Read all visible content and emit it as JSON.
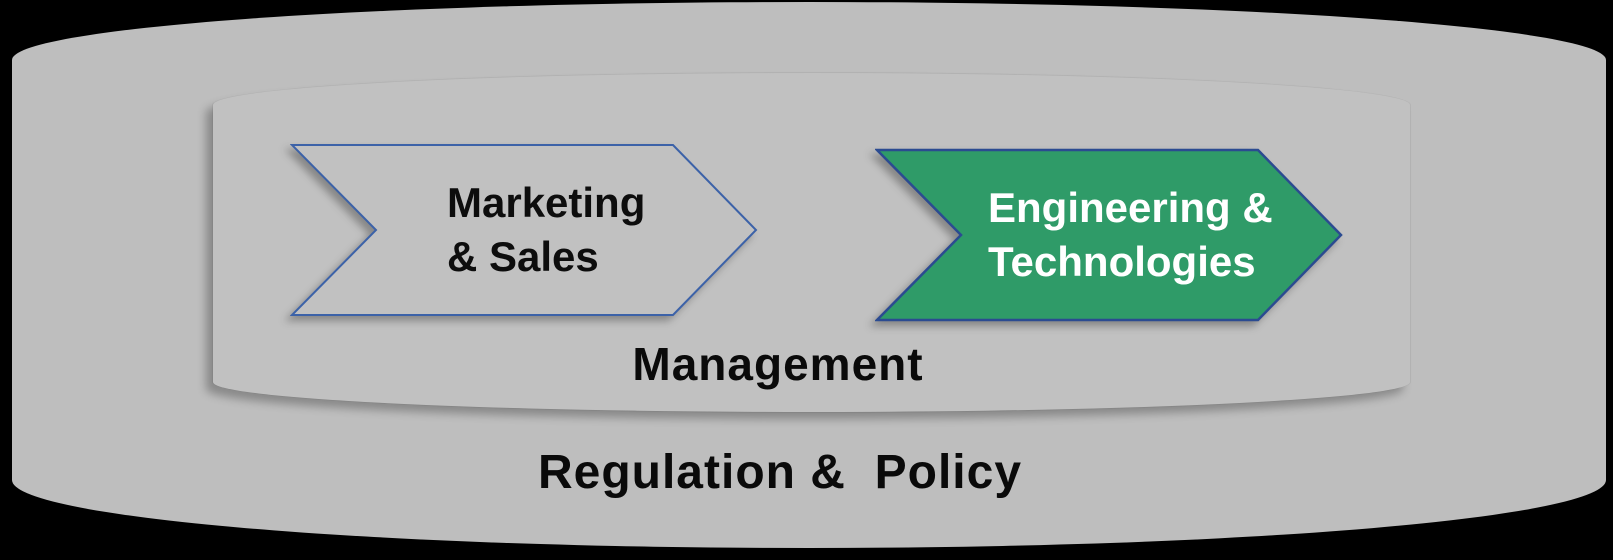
{
  "canvas_background": "#000000",
  "zones": {
    "regulation": {
      "label": "Regulation &  Policy",
      "fill": "#bebebe",
      "text_color": "#0a0a0a"
    },
    "management": {
      "label": "Management",
      "fill": "#c1c1c1",
      "text_color": "#0a0a0a"
    }
  },
  "arrows": [
    {
      "label_line1": "Marketing",
      "label_line2": "& Sales",
      "fill": "#c1c1c1",
      "border_color": "#3c62a8",
      "text_color": "#0d0d0d"
    },
    {
      "label_line1": "Engineering &",
      "label_line2": "Technologies",
      "fill": "#2f9b68",
      "border_color": "#2b4b91",
      "text_color": "#ffffff"
    }
  ]
}
